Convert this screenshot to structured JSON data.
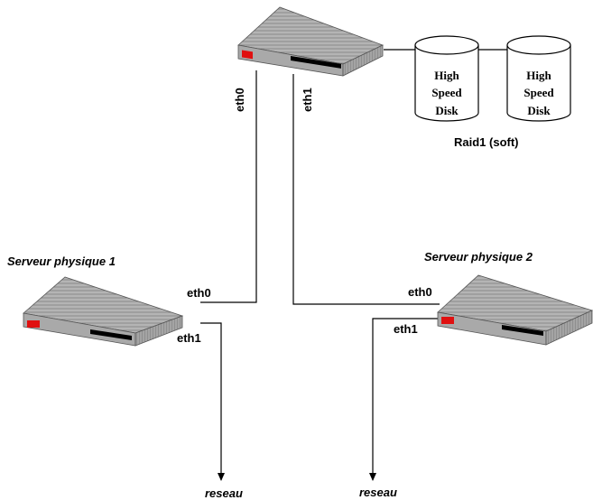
{
  "storage_server": {
    "ports": [
      "eth0",
      "eth1"
    ]
  },
  "disks": [
    {
      "lines": [
        "High",
        "Speed",
        "Disk"
      ]
    },
    {
      "lines": [
        "High",
        "Speed",
        "Disk"
      ]
    }
  ],
  "raid_label": "Raid1 (soft)",
  "server1": {
    "title": "Serveur physique 1",
    "port_top": "eth0",
    "port_bottom": "eth1",
    "network_label": "reseau"
  },
  "server2": {
    "title": "Serveur physique 2",
    "port_top": "eth0",
    "port_bottom": "eth1",
    "network_label": "reseau"
  },
  "colors": {
    "chassis_top": "#b8b8b8",
    "chassis_front": "#a8a8a8",
    "chassis_side": "#8c8c8c",
    "slot": "#000000",
    "led": "#e01010"
  }
}
